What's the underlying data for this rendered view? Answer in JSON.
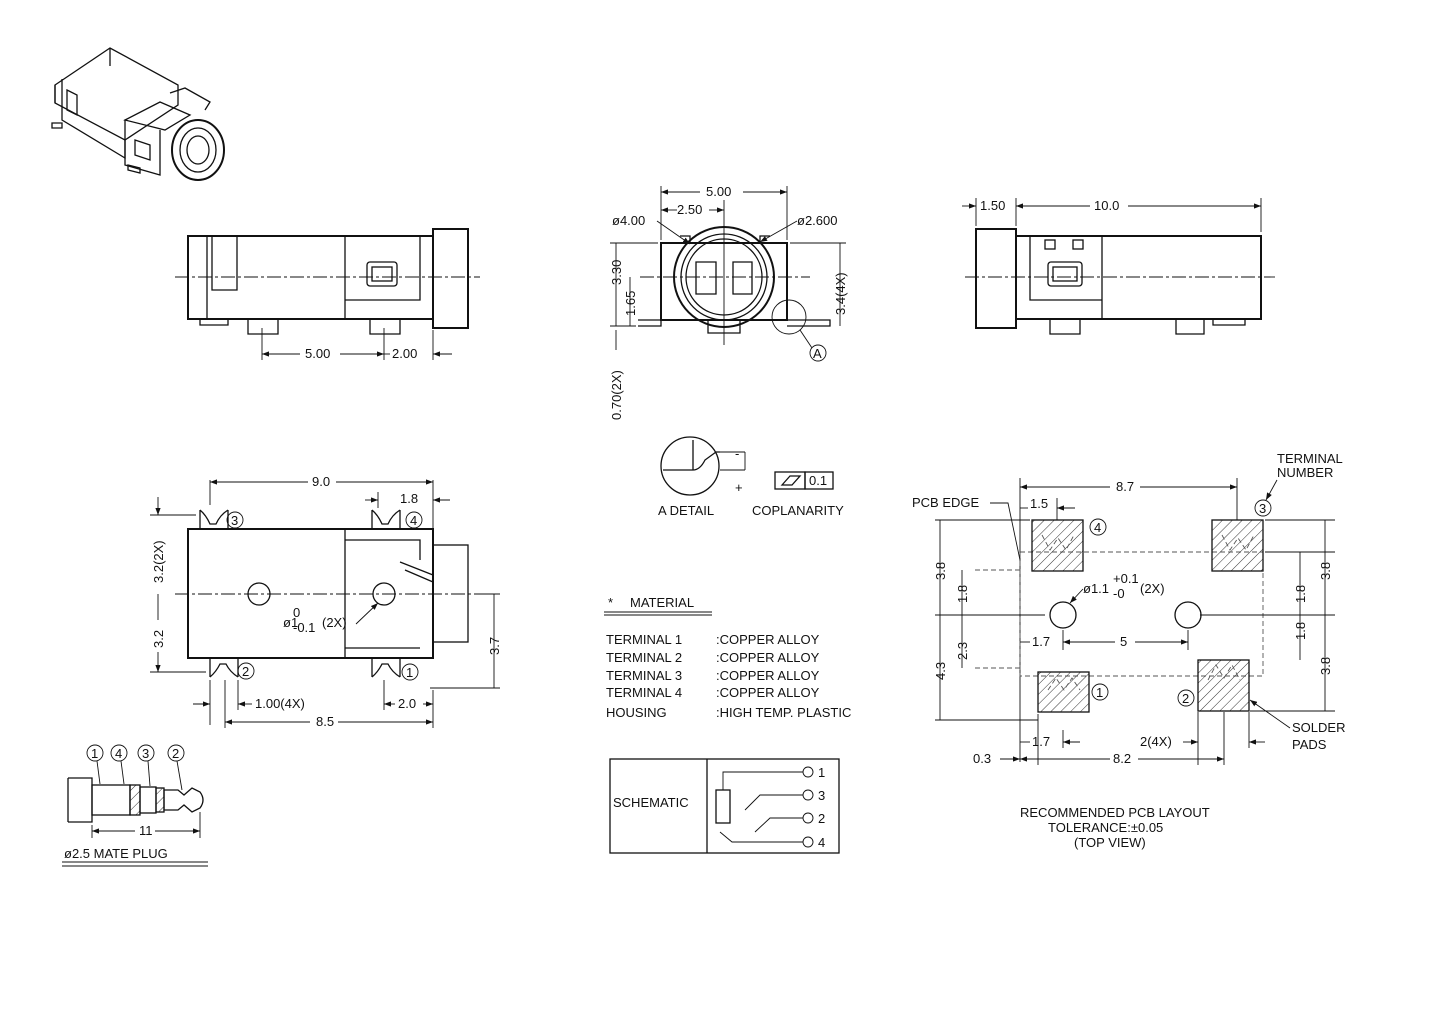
{
  "front_view": {
    "dim_a": "5.00",
    "dim_b": "2.00"
  },
  "end_view": {
    "width": "5.00",
    "offset": "2.50",
    "dia_outer": "ø4.00",
    "dia_inner": "ø2.600",
    "height": "3.30",
    "center": "1.65",
    "pin_len": "3.4(4X)",
    "tab": "0.70(2X)",
    "detail_ref": "A"
  },
  "rear_view": {
    "dim_a": "1.50",
    "dim_b": "10.0"
  },
  "detail": {
    "title": "A DETAIL",
    "coplanarity": "COPLANARITY",
    "value": "0.1",
    "minus": "-",
    "plus": "+"
  },
  "top_view": {
    "length": "9.0",
    "pin4_off": "1.8",
    "half_up": "3.2(2X)",
    "half_down": "3.2",
    "hole": "ø1",
    "hole_tol_up": "0",
    "hole_tol_dn": "-0.1",
    "hole_count": "(2X)",
    "right_h": "3.7",
    "pin_w": "1.00(4X)",
    "pin1_off": "2.0",
    "body_len": "8.5",
    "terminals": [
      "1",
      "2",
      "3",
      "4"
    ]
  },
  "plug": {
    "title": "ø2.5 MATE PLUG",
    "length": "11",
    "order": [
      "1",
      "4",
      "3",
      "2"
    ]
  },
  "material": {
    "title": "MATERIAL",
    "marker": "*",
    "rows": [
      {
        "name": "TERMINAL 1",
        "value": ":COPPER  ALLOY"
      },
      {
        "name": "TERMINAL 2",
        "value": ":COPPER  ALLOY"
      },
      {
        "name": "TERMINAL 3",
        "value": ":COPPER  ALLOY"
      },
      {
        "name": "TERMINAL 4",
        "value": ":COPPER  ALLOY"
      },
      {
        "name": "HOUSING",
        "value": ":HIGH  TEMP.  PLASTIC"
      }
    ]
  },
  "schematic": {
    "label": "SCHEMATIC",
    "pins": [
      "1",
      "3",
      "2",
      "4"
    ]
  },
  "pcb": {
    "pcb_edge": "PCB EDGE",
    "terminal_number": [
      "TERMINAL",
      "NUMBER"
    ],
    "solder_pads": [
      "SOLDER",
      "PADS"
    ],
    "d_8_7": "8.7",
    "d_1_5": "1.5",
    "d_3_8a": "3.8",
    "d_1_8a": "1.8",
    "hole": "ø1.1",
    "hole_tol_up": "+0.1",
    "hole_tol_dn": "-0",
    "hole_count": "(2X)",
    "d_2_3": "2.3",
    "d_4_3": "4.3",
    "d_1_7a": "1.7",
    "d_5": "5",
    "d_3_8b": "3.8",
    "d_1_8b": "1.8",
    "d_1_8c": "1.8",
    "d_3_8c": "3.8",
    "d_0_3": "0.3",
    "d_1_7b": "1.7",
    "d_2_4x": "2(4X)",
    "d_8_2": "8.2",
    "caption": [
      "RECOMMENDED  PCB  LAYOUT",
      "TOLERANCE:±0.05",
      "(TOP  VIEW)"
    ]
  }
}
